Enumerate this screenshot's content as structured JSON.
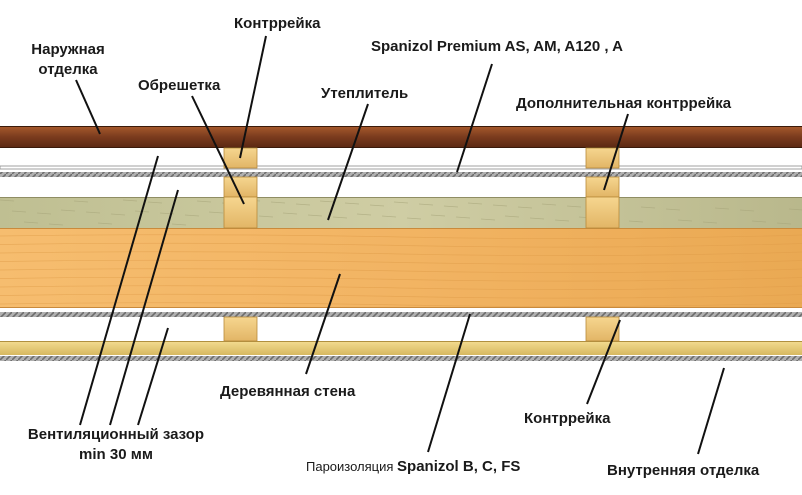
{
  "labels": {
    "outer_finish": [
      "Наружная",
      "отделка"
    ],
    "counter_batten_top": "Контррейка",
    "membrane_top": {
      "brand": "Spanizol",
      "rest": " Premium AS, AM, A120 , A"
    },
    "battens": "Обрешетка",
    "insulation": "Утеплитель",
    "extra_counter_batten": "Дополнительная контррейка",
    "wooden_wall": "Деревянная стена",
    "counter_batten_bottom": "Контррейка",
    "vent_gap": [
      "Вентиляционный зазор",
      "min 30 мм"
    ],
    "vapor_barrier": {
      "prefix": "Пароизоляция ",
      "brand": "Spanizol",
      "rest": " B, C, FS"
    },
    "inner_finish": "Внутренняя отделка"
  },
  "colors": {
    "outer_board": "#7a3b1e",
    "insulation": "#c8c69a",
    "wall": "#f2b463",
    "inner_board": "#e8cf7e",
    "batten": "#f0c878",
    "membrane": "#9a9a9a",
    "leader": "#111111"
  }
}
